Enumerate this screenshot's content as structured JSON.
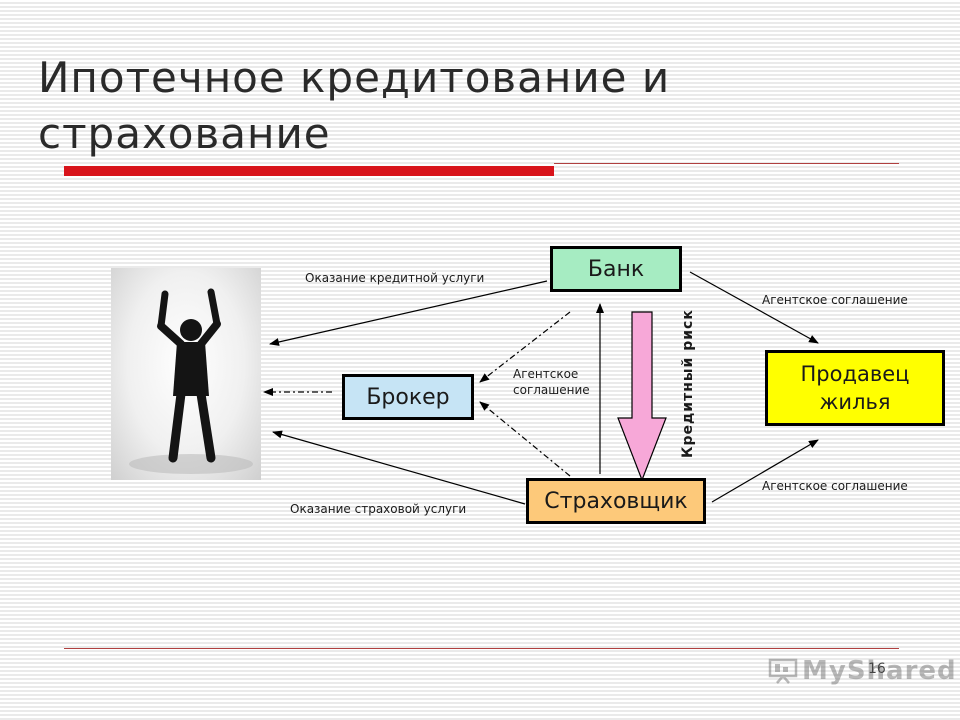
{
  "title": "Ипотечное кредитование и страхование",
  "nodes": {
    "bank": "Банк",
    "broker": "Брокер",
    "insurer": "Страховщик",
    "seller": "Продавец жилья"
  },
  "labels": {
    "credit_service": "Оказание кредитной услуги",
    "insurance_service": "Оказание страховой услуги",
    "agency_agreement_mid": "Агентское соглашение",
    "agency_agreement_top": "Агентское соглашение",
    "agency_agreement_bottom": "Агентское соглашение",
    "credit_risk": "Кредитный риск"
  },
  "footer": {
    "page_number": "16",
    "logo_text": "MyShared"
  },
  "colors": {
    "accent_bar": "#d8141b",
    "bank_box": "#a6ecc2",
    "broker_box": "#c6e4f5",
    "insurer_box": "#fdc97a",
    "seller_box": "#ffff00",
    "risk_arrow": "#f7a8d8"
  }
}
